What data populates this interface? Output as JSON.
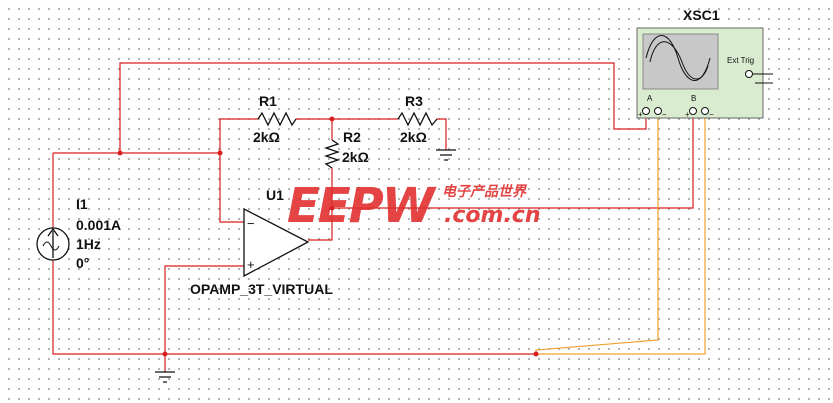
{
  "colors": {
    "wire": "#d81f1f",
    "probe_wire": "#f0a030",
    "component": "#111111",
    "junction": "#d81f1f",
    "scope_body": "#d9ecd0",
    "scope_screen": "#c8c8c8",
    "watermark": "#e23030"
  },
  "source": {
    "ref": "I1",
    "current": "0.001A",
    "frequency": "1Hz",
    "phase": "0°"
  },
  "r1": {
    "ref": "R1",
    "value": "2kΩ"
  },
  "r2": {
    "ref": "R2",
    "value": "2kΩ"
  },
  "r3": {
    "ref": "R3",
    "value": "2kΩ"
  },
  "opamp": {
    "ref": "U1",
    "model": "OPAMP_3T_VIRTUAL",
    "inv_pin": "−",
    "noninv_pin": "+"
  },
  "scope": {
    "ref": "XSC1",
    "ch_a": "A",
    "ch_b": "B",
    "ext_trig": "Ext Trig",
    "pin_plus": "+",
    "pin_minus": "−"
  },
  "watermark": {
    "brand": "EEPW",
    "cn": "电子产品世界",
    "domain": ".com.cn"
  }
}
